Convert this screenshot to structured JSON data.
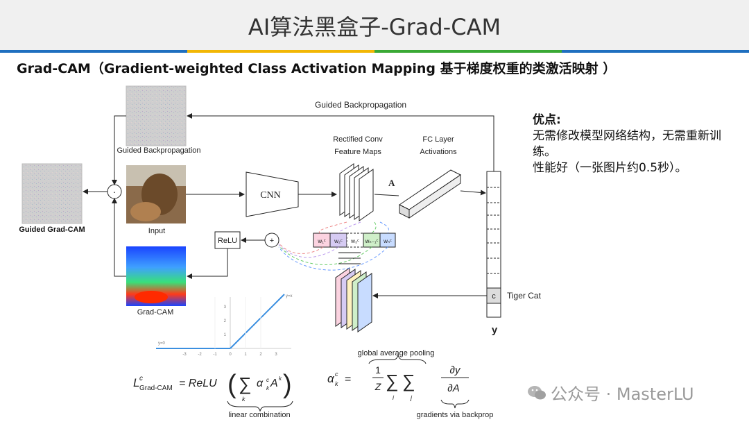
{
  "header": {
    "title": "AI算法黑盒子-Grad-CAM"
  },
  "colors": {
    "bar_blue": "#1f6fbf",
    "bar_yellow": "#f2b705",
    "bar_green": "#3aa935",
    "bar_blue2": "#1f6fbf"
  },
  "subtitle": "Grad-CAM（Gradient-weighted Class Activation Mapping 基于梯度权重的类激活映射 ）",
  "diagram": {
    "guided_backprop_top": "Guided Backpropagation",
    "guided_backprop_label": "Guided Backpropagation",
    "guided_gradcam_label": "Guided Grad-CAM",
    "input_label": "Input",
    "gradcam_label": "Grad-CAM",
    "cnn_label": "CNN",
    "rect_conv_line1": "Rectified Conv",
    "rect_conv_line2": "Feature Maps",
    "fc_line1": "FC Layer",
    "fc_line2": "Activations",
    "a_label": "A",
    "relu_label": "ReLU",
    "plus_symbol": "+",
    "dot_symbol": "·",
    "tiger_cat": "Tiger Cat",
    "c_label": "c",
    "y_label": "y",
    "weights": [
      "w₁ᶜ",
      "w₂ᶜ",
      "w₃ᶜ",
      "wₙ₋₁ᶜ",
      "wₙᶜ"
    ],
    "relu_plot": {
      "x_ticks": [
        "-3",
        "-2",
        "-1",
        "0",
        "1",
        "2",
        "3"
      ],
      "y_ticks": [
        "1",
        "2",
        "3"
      ],
      "label_zero": "y=0",
      "label_x": "y=x"
    },
    "formula": {
      "lhs": "L",
      "lhs_sub": "Grad-CAM",
      "lhs_sup": "c",
      "relu": "= ReLU",
      "sum_sub": "k",
      "alpha_term": "α",
      "a_term": "A",
      "brace_label": "linear combination"
    },
    "formula2": {
      "alpha": "α",
      "eq": "=",
      "pool_label": "global average pooling",
      "frac_top": "1",
      "frac_bot": "Z",
      "sum_i": "i",
      "sum_j": "j",
      "grad_top": "∂y",
      "grad_bot": "∂A",
      "brace_label": "gradients via backprop"
    }
  },
  "advantages": {
    "heading": "优点:",
    "line1": "无需修改模型网络结构，无需重新训练。",
    "line2": "性能好（一张图片约0.5秒）。"
  },
  "watermark": "公众号 · MasterLU"
}
